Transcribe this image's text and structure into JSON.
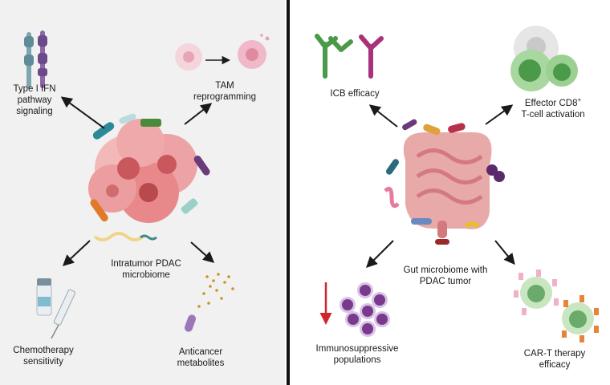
{
  "left": {
    "center_label": "Intratumor PDAC\nmicrobiome",
    "ifn_label": "Type I IFN\npathway\nsignaling",
    "tam_label": "TAM\nreprogramming",
    "chemo_label": "Chemotherapy\nsensitivity",
    "metab_label": "Anticancer\nmetabolites"
  },
  "right": {
    "center_label": "Gut microbiome with\nPDAC tumor",
    "icb_label": "ICB efficacy",
    "cd8_label_main": "Effector CD8",
    "cd8_label_sup": "+",
    "cd8_label_line2": "T-cell activation",
    "immuno_label": "Immunosuppressive\npopulations",
    "cart_label": "CAR-T therapy\nefficacy"
  },
  "colors": {
    "left_background": "#f1f1f1",
    "tumor_cell": "#e8888a",
    "antibody_green": "#4a9a4a",
    "antibody_magenta": "#a8327c",
    "suppressive_cell": "#7a3a8c",
    "down_arrow": "#d0262b",
    "divider": "#111111"
  }
}
